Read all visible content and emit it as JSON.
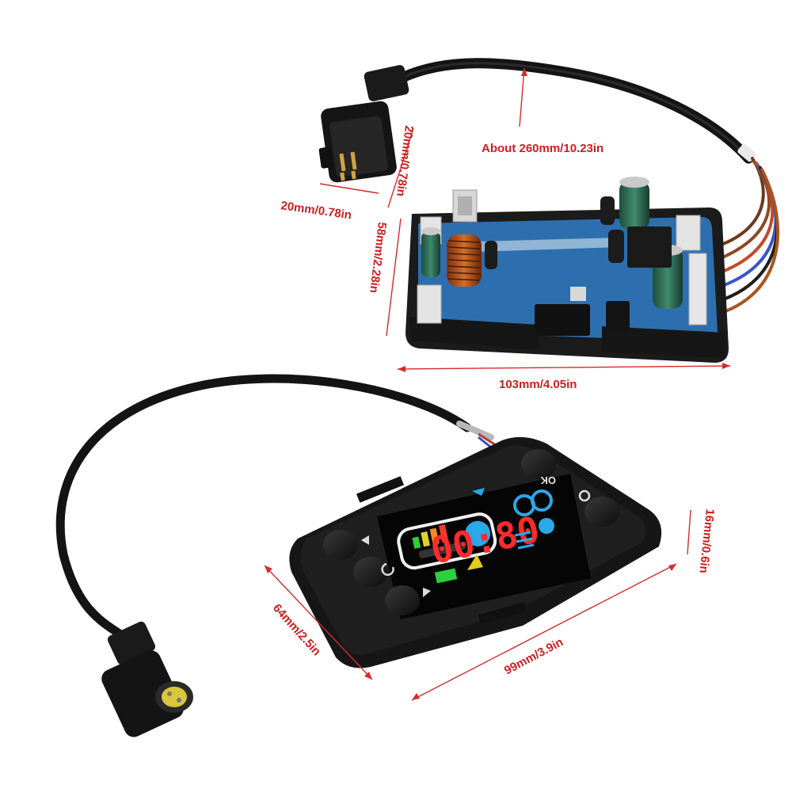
{
  "dimensions": {
    "cable_length": "About 260mm/10.23in",
    "connector_height": "20mm/0.78in",
    "connector_width": "20mm/0.78in",
    "board_height": "58mm/2.28in",
    "board_width": "103mm/4.05in",
    "panel_thickness": "16mm/0.6in",
    "panel_height": "64mm/2.5in",
    "panel_width": "99mm/3.9in"
  },
  "controller": {
    "display_time": "00:80",
    "ok_label": "OK"
  },
  "colors": {
    "dimension": "#cc1f1f",
    "pcb": "#2d6fae",
    "housing": "#1b1b1b",
    "lcd_red": "#ff2a2a",
    "lcd_blue": "#2aa8e8"
  }
}
